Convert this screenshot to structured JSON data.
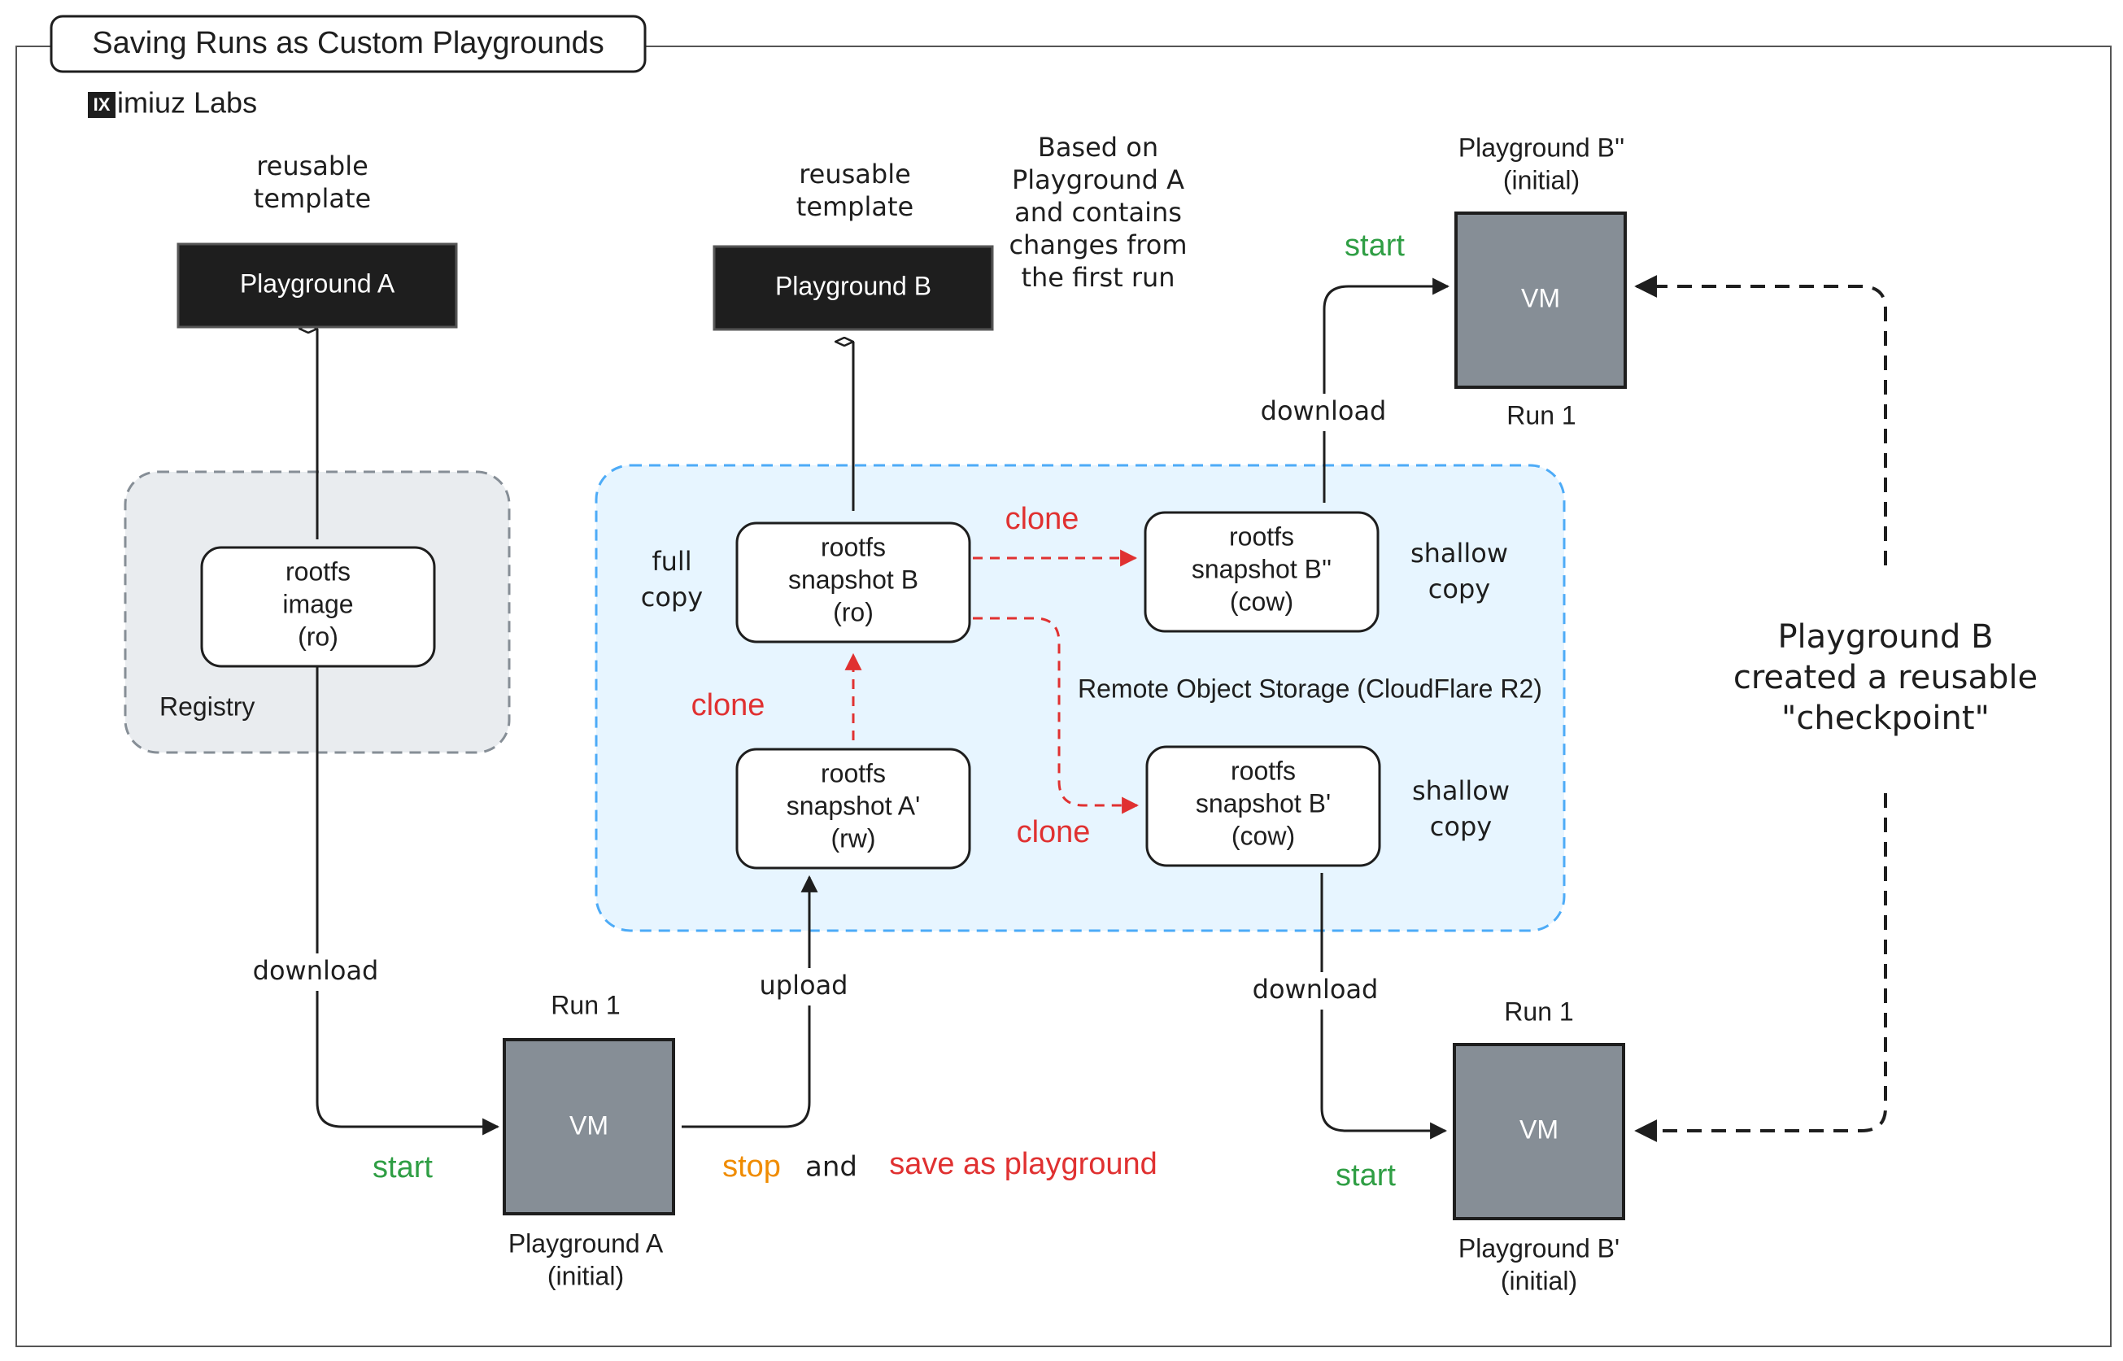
{
  "title": "Saving Runs as Custom Playgrounds",
  "brand": {
    "logo_letters": "IX",
    "name": "imiuz Labs"
  },
  "colors": {
    "dark_box": "#1e1e1e",
    "vm_box": "#868e96",
    "registry_fill": "#e9ecef",
    "storage_fill": "#e7f5ff",
    "storage_border": "#4dabf7",
    "green": "#2f9e44",
    "orange": "#f08c00",
    "red": "#e03131"
  },
  "playground_a": {
    "label": "Playground A",
    "note": [
      "reusable",
      "template"
    ]
  },
  "playground_b": {
    "label": "Playground B",
    "note": [
      "reusable",
      "template"
    ],
    "description": [
      "Based on",
      "Playground A",
      "and contains",
      "changes from",
      "the first run"
    ]
  },
  "registry": {
    "label": "Registry",
    "rootfs": [
      "rootfs",
      "image",
      "(ro)"
    ]
  },
  "storage": {
    "label": "Remote Object Storage (CloudFlare R2)",
    "snapshot_b": [
      "rootfs",
      "snapshot B",
      "(ro)"
    ],
    "snapshot_a_prime": [
      "rootfs",
      "snapshot A'",
      "(rw)"
    ],
    "snapshot_b_double": [
      "rootfs",
      "snapshot B''",
      "(cow)"
    ],
    "snapshot_b_prime": [
      "rootfs",
      "snapshot B'",
      "(cow)"
    ],
    "full_copy": [
      "full",
      "copy"
    ],
    "shallow_copy_1": [
      "shallow",
      "copy"
    ],
    "shallow_copy_2": [
      "shallow",
      "copy"
    ],
    "clone_1": "clone",
    "clone_2": "clone",
    "clone_3": "clone"
  },
  "vm_a": {
    "label": "VM",
    "top": "Run 1",
    "bottom": [
      "Playground A",
      "(initial)"
    ]
  },
  "vm_b_double": {
    "label": "VM",
    "top": [
      "Playground B''",
      "(initial)"
    ],
    "bottom": "Run 1"
  },
  "vm_b_prime": {
    "label": "VM",
    "top": "Run 1",
    "bottom": [
      "Playground B'",
      "(initial)"
    ]
  },
  "edges": {
    "download_a": "download",
    "start_a": "start",
    "upload": "upload",
    "stop": "stop",
    "and": "and",
    "save": "save as playground",
    "download_b_double": "download",
    "start_b_double": "start",
    "download_b_prime": "download",
    "start_b_prime": "start"
  },
  "checkpoint": [
    "Playground B",
    "created a reusable",
    "\"checkpoint\""
  ]
}
